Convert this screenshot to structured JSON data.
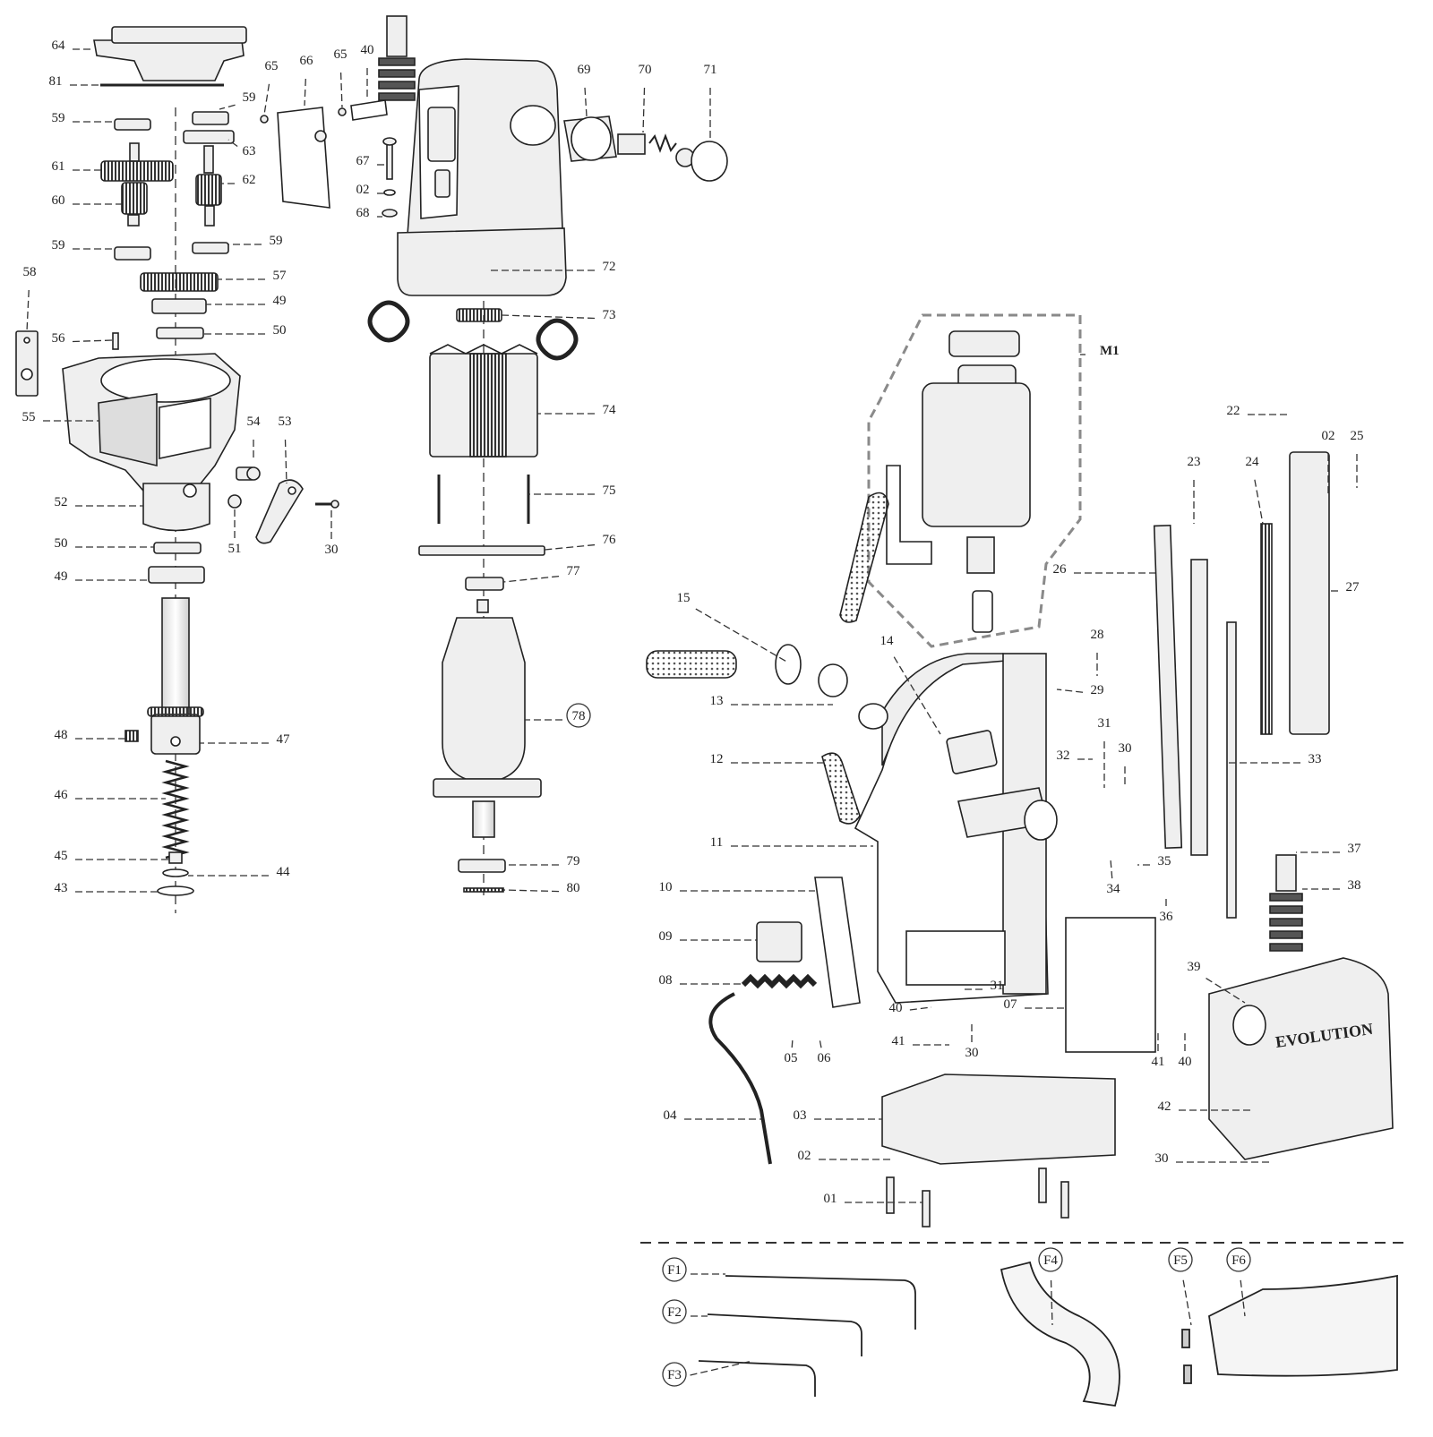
{
  "colors": {
    "ink": "#222222",
    "part_fill": "#efefef",
    "dash": "#333333",
    "group_border": "#8a8a8a"
  },
  "callouts": [
    {
      "id": "64",
      "label": "64"
    },
    {
      "id": "81",
      "label": "81"
    },
    {
      "id": "59a",
      "label": "59"
    },
    {
      "id": "59b",
      "label": "59"
    },
    {
      "id": "61",
      "label": "61"
    },
    {
      "id": "60",
      "label": "60"
    },
    {
      "id": "59c",
      "label": "59"
    },
    {
      "id": "59d",
      "label": "59"
    },
    {
      "id": "63",
      "label": "63"
    },
    {
      "id": "62",
      "label": "62"
    },
    {
      "id": "57",
      "label": "57"
    },
    {
      "id": "49a",
      "label": "49"
    },
    {
      "id": "50a",
      "label": "50"
    },
    {
      "id": "58",
      "label": "58"
    },
    {
      "id": "56",
      "label": "56"
    },
    {
      "id": "55",
      "label": "55"
    },
    {
      "id": "54",
      "label": "54"
    },
    {
      "id": "53",
      "label": "53"
    },
    {
      "id": "52",
      "label": "52"
    },
    {
      "id": "51",
      "label": "51"
    },
    {
      "id": "30a",
      "label": "30"
    },
    {
      "id": "50b",
      "label": "50"
    },
    {
      "id": "49b",
      "label": "49"
    },
    {
      "id": "48",
      "label": "48"
    },
    {
      "id": "47",
      "label": "47"
    },
    {
      "id": "46",
      "label": "46"
    },
    {
      "id": "45",
      "label": "45"
    },
    {
      "id": "44",
      "label": "44"
    },
    {
      "id": "43",
      "label": "43"
    },
    {
      "id": "65a",
      "label": "65"
    },
    {
      "id": "66",
      "label": "66"
    },
    {
      "id": "65b",
      "label": "65"
    },
    {
      "id": "40a",
      "label": "40"
    },
    {
      "id": "67",
      "label": "67"
    },
    {
      "id": "02a",
      "label": "02"
    },
    {
      "id": "68",
      "label": "68"
    },
    {
      "id": "69",
      "label": "69"
    },
    {
      "id": "70",
      "label": "70"
    },
    {
      "id": "71",
      "label": "71"
    },
    {
      "id": "72",
      "label": "72"
    },
    {
      "id": "73",
      "label": "73"
    },
    {
      "id": "74",
      "label": "74"
    },
    {
      "id": "75",
      "label": "75"
    },
    {
      "id": "76",
      "label": "76"
    },
    {
      "id": "77",
      "label": "77"
    },
    {
      "id": "78",
      "label": "78"
    },
    {
      "id": "79",
      "label": "79"
    },
    {
      "id": "80",
      "label": "80"
    },
    {
      "id": "M1",
      "label": "M1"
    },
    {
      "id": "22",
      "label": "22"
    },
    {
      "id": "02b",
      "label": "02"
    },
    {
      "id": "25",
      "label": "25"
    },
    {
      "id": "23",
      "label": "23"
    },
    {
      "id": "24",
      "label": "24"
    },
    {
      "id": "26",
      "label": "26"
    },
    {
      "id": "27",
      "label": "27"
    },
    {
      "id": "15",
      "label": "15"
    },
    {
      "id": "14",
      "label": "14"
    },
    {
      "id": "28",
      "label": "28"
    },
    {
      "id": "29",
      "label": "29"
    },
    {
      "id": "13",
      "label": "13"
    },
    {
      "id": "31a",
      "label": "31"
    },
    {
      "id": "30b",
      "label": "30"
    },
    {
      "id": "32",
      "label": "32"
    },
    {
      "id": "33",
      "label": "33"
    },
    {
      "id": "12",
      "label": "12"
    },
    {
      "id": "11",
      "label": "11"
    },
    {
      "id": "37",
      "label": "37"
    },
    {
      "id": "35",
      "label": "35"
    },
    {
      "id": "34",
      "label": "34"
    },
    {
      "id": "36",
      "label": "36"
    },
    {
      "id": "38",
      "label": "38"
    },
    {
      "id": "10",
      "label": "10"
    },
    {
      "id": "09",
      "label": "09"
    },
    {
      "id": "39",
      "label": "39"
    },
    {
      "id": "08",
      "label": "08"
    },
    {
      "id": "31b",
      "label": "31"
    },
    {
      "id": "07",
      "label": "07"
    },
    {
      "id": "40b",
      "label": "40"
    },
    {
      "id": "41a",
      "label": "41"
    },
    {
      "id": "30c",
      "label": "30"
    },
    {
      "id": "05",
      "label": "05"
    },
    {
      "id": "06",
      "label": "06"
    },
    {
      "id": "41b",
      "label": "41"
    },
    {
      "id": "40c",
      "label": "40"
    },
    {
      "id": "04",
      "label": "04"
    },
    {
      "id": "03",
      "label": "03"
    },
    {
      "id": "42",
      "label": "42"
    },
    {
      "id": "02c",
      "label": "02"
    },
    {
      "id": "30d",
      "label": "30"
    },
    {
      "id": "01",
      "label": "01"
    },
    {
      "id": "F1",
      "label": "F1"
    },
    {
      "id": "F2",
      "label": "F2"
    },
    {
      "id": "F3",
      "label": "F3"
    },
    {
      "id": "F4",
      "label": "F4"
    },
    {
      "id": "F5",
      "label": "F5"
    },
    {
      "id": "F6",
      "label": "F6"
    }
  ],
  "brand_text": "EVOLUTION"
}
